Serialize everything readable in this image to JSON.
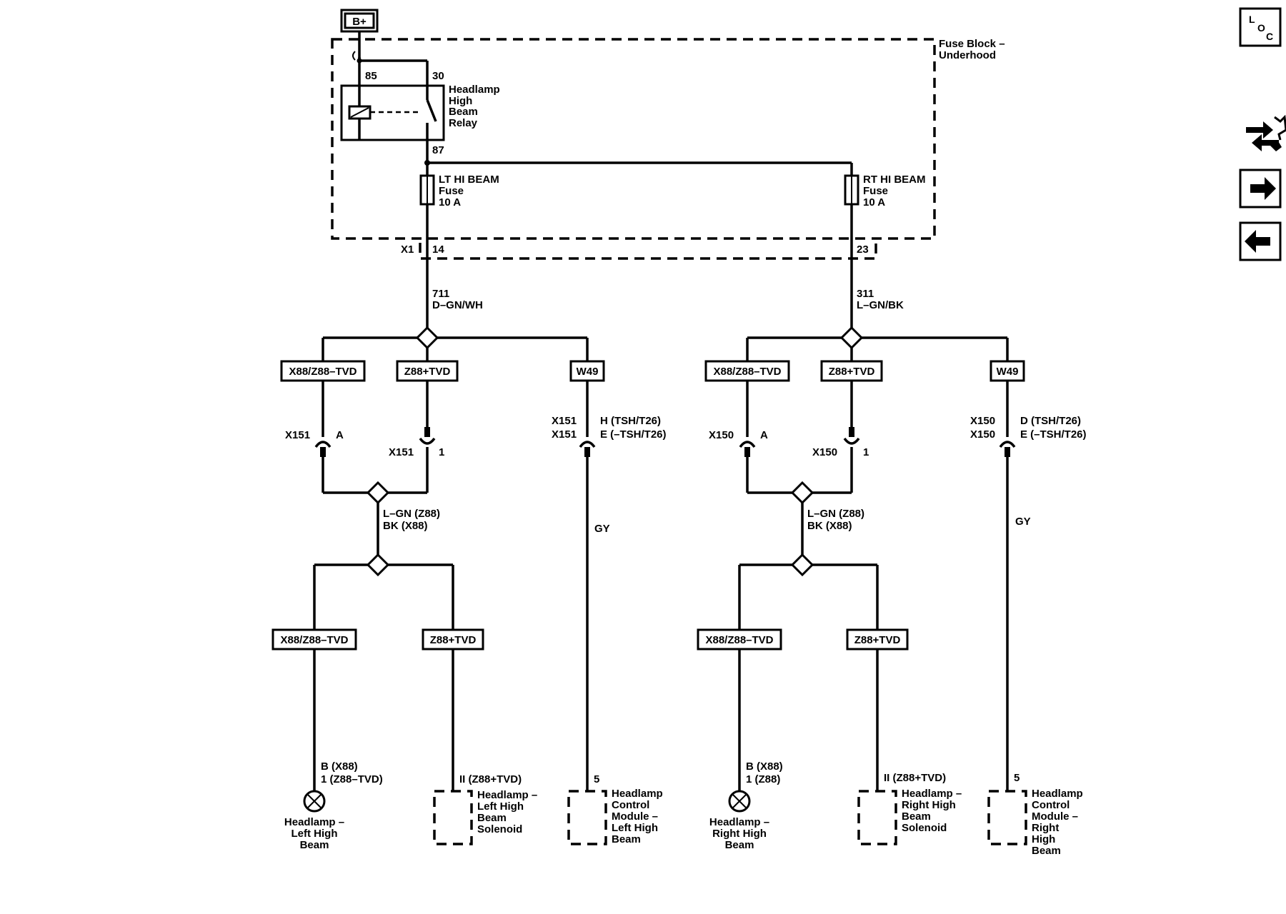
{
  "battery": "B+",
  "fuse_block": [
    "Fuse Block –",
    "Underhood"
  ],
  "relay": {
    "label": [
      "Headlamp",
      "High",
      "Beam",
      "Relay"
    ],
    "pin_85": "85",
    "pin_30": "30",
    "pin_87": "87"
  },
  "fuses": {
    "left": [
      "LT HI BEAM",
      "Fuse",
      "10 A"
    ],
    "right": [
      "RT HI BEAM",
      "Fuse",
      "10 A"
    ]
  },
  "connector_x1": {
    "name": "X1",
    "left_pin": "14",
    "right_pin": "23"
  },
  "wires": {
    "left_main": [
      "711",
      "D–GN/WH"
    ],
    "right_main": [
      "311",
      "L–GN/BK"
    ],
    "left_lower": [
      "L–GN (Z88)",
      "BK (X88)"
    ],
    "right_lower": [
      "L–GN (Z88)",
      "BK (X88)"
    ],
    "gy": "GY"
  },
  "option_tags": {
    "x88": "X88/Z88–TVD",
    "z88": "Z88+TVD",
    "w49": "W49"
  },
  "connectors": {
    "left_a": {
      "name": "X151",
      "pin": "A"
    },
    "left_1": {
      "name": "X151",
      "pin": "1"
    },
    "left_w49": {
      "names": [
        "X151",
        "X151"
      ],
      "pins": [
        "H (TSH/T26)",
        "E (–TSH/T26)"
      ]
    },
    "right_a": {
      "name": "X150",
      "pin": "A"
    },
    "right_1": {
      "name": "X150",
      "pin": "1"
    },
    "right_w49": {
      "names": [
        "X150",
        "X150"
      ],
      "pins": [
        "D (TSH/T26)",
        "E (–TSH/T26)"
      ]
    }
  },
  "loads": {
    "left_lamp": {
      "pins": [
        "B (X88)",
        "1 (Z88–TVD)"
      ],
      "label": [
        "Headlamp –",
        "Left High",
        "Beam"
      ]
    },
    "left_solenoid": {
      "pin": "II (Z88+TVD)",
      "label": [
        "Headlamp –",
        "Left High",
        "Beam",
        "Solenoid"
      ]
    },
    "left_module": {
      "pin": "5",
      "label": [
        "Headlamp",
        "Control",
        "Module –",
        "Left High",
        "Beam"
      ]
    },
    "right_lamp": {
      "pins": [
        "B (X88)",
        "1 (Z88)"
      ],
      "label": [
        "Headlamp –",
        "Right High",
        "Beam"
      ]
    },
    "right_solenoid": {
      "pin": "II (Z88+TVD)",
      "label": [
        "Headlamp –",
        "Right High",
        "Beam",
        "Solenoid"
      ]
    },
    "right_module": {
      "pin": "5",
      "label": [
        "Headlamp",
        "Control",
        "Module –",
        "Right",
        "High",
        "Beam"
      ]
    }
  },
  "nav": {
    "loc": [
      "L",
      "O",
      "C"
    ],
    "icons": [
      "connector-swap-icon",
      "arrow-right-icon",
      "arrow-left-icon"
    ]
  }
}
